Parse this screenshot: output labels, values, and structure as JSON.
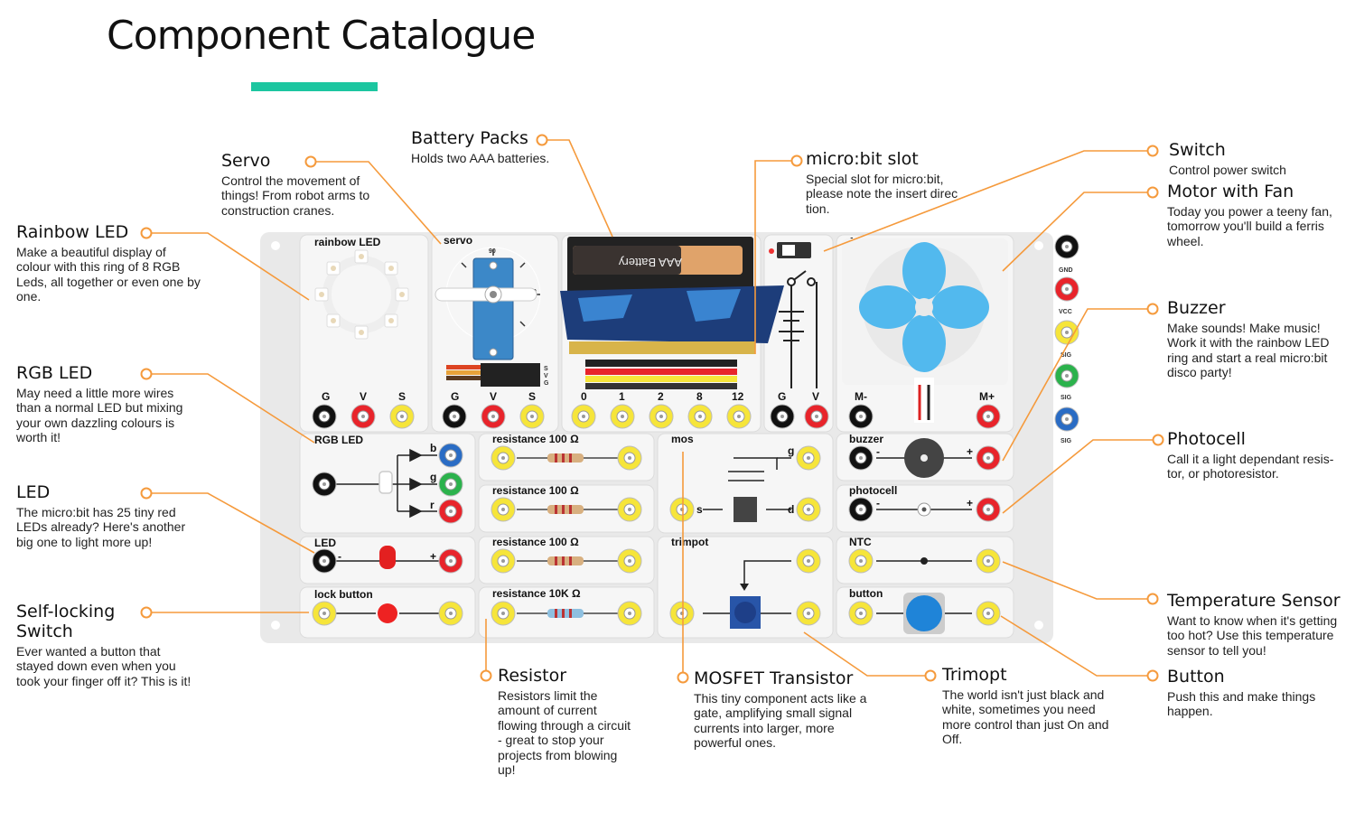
{
  "title": "Component Catalogue",
  "callouts": {
    "rainbow_led": {
      "title": "Rainbow LED",
      "desc": "Make a beautiful display of colour with this ring of 8 RGB Leds, all together or even one by one."
    },
    "rgb_led": {
      "title": "RGB LED",
      "desc": "May need a little more wires than a normal LED but mixing your own dazzling colours is worth it!"
    },
    "led": {
      "title": "LED",
      "desc": "The micro:bit has 25 tiny red LEDs already? Here's another big one to light more up!"
    },
    "self_locking": {
      "title": "Self-locking Switch",
      "desc": "Ever wanted a button that stayed down even when you took your finger off it? This is it!"
    },
    "servo": {
      "title": "Servo",
      "desc": "Control the movement of things! From robot arms to construction cranes."
    },
    "battery": {
      "title": "Battery Packs",
      "desc": "Holds two AAA batteries."
    },
    "microbit_slot": {
      "title": "micro:bit slot",
      "desc": "Special slot for micro:bit, please note the insert direc tion."
    },
    "switch": {
      "title": "Switch",
      "desc": "Control power switch"
    },
    "motor_fan": {
      "title": "Motor with Fan",
      "desc": "Today you power a teeny fan, tomorrow you'll build a ferris wheel."
    },
    "buzzer": {
      "title": "Buzzer",
      "desc": "Make sounds! Make music! Work it with the rainbow LED ring and start a real micro:bit disco party!"
    },
    "photocell": {
      "title": "Photocell",
      "desc": "Call it a light dependant resis-tor, or photoresistor."
    },
    "temperature": {
      "title": "Temperature Sensor",
      "desc": "Want to know when it's getting too hot? Use this temperature sensor to tell you!"
    },
    "button": {
      "title": "Button",
      "desc": "Push this and make things happen."
    },
    "resistor": {
      "title": "Resistor",
      "desc": "Resistors limit the amount of current flowing through a circuit - great to stop your projects from blowing up!"
    },
    "mosfet": {
      "title": "MOSFET Transistor",
      "desc": "This tiny component acts like a gate, amplifying small signal currents into larger, more powerful ones."
    },
    "trimpot": {
      "title": "Trimopt",
      "desc": "The world isn't just black and white, sometimes you need more control than just On and Off."
    }
  },
  "board": {
    "rainbow_led": "rainbow LED",
    "servo": "servo",
    "fan": "fan",
    "rgb_led": "RGB LED",
    "led": "LED",
    "lock_button": "lock button",
    "resistance1": "resistance 100 Ω",
    "resistance2": "resistance 100 Ω",
    "resistance3": "resistance 100 Ω",
    "resistance4": "resistance 10K Ω",
    "mos": "mos",
    "trimpot": "trimpot",
    "buzzer": "buzzer",
    "photocell": "photocell",
    "ntc": "NTC",
    "button": "button",
    "battery_text": "AAA Battery",
    "g": "G",
    "v": "V",
    "s": "S",
    "m_minus": "M-",
    "m_plus": "M+",
    "mos_g": "g",
    "mos_s": "s",
    "mos_d": "d",
    "rgb_b": "b",
    "rgb_g": "g",
    "rgb_r": "r",
    "pin0": "0",
    "pin1": "1",
    "pin2": "2",
    "pin8": "8",
    "pin12": "12",
    "servo_90": "90",
    "servo_0": "0",
    "side_gnd": "GND",
    "side_vcc": "VCC",
    "side_sig1": "SIG",
    "side_sig2": "SIG",
    "side_sig3": "SIG"
  },
  "colors": {
    "accent": "#1cc6a0",
    "leader": "#f59a3c",
    "yellow": "#f6e53a",
    "red": "#e8242b",
    "green": "#2bb24c",
    "blue": "#2a6cc4",
    "fan": "#52b9ee"
  }
}
